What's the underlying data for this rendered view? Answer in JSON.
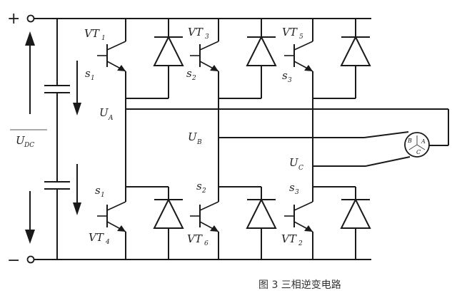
{
  "terminals": {
    "positive": "+",
    "negative": "−"
  },
  "dc_voltage": {
    "main": "U",
    "sub": "DC"
  },
  "phase_labels": {
    "a": {
      "main": "U",
      "sub": "A"
    },
    "b": {
      "main": "U",
      "sub": "B"
    },
    "c": {
      "main": "U",
      "sub": "C"
    }
  },
  "upper_transistors": [
    {
      "vt": "VT",
      "vt_sub": "1",
      "s": "s",
      "s_sub": "1"
    },
    {
      "vt": "VT",
      "vt_sub": "3",
      "s": "s",
      "s_sub": "2"
    },
    {
      "vt": "VT",
      "vt_sub": "5",
      "s": "s",
      "s_sub": "3"
    }
  ],
  "lower_transistors": [
    {
      "vt": "VT",
      "vt_sub": "4",
      "s": "s",
      "s_sub": "1"
    },
    {
      "vt": "VT",
      "vt_sub": "6",
      "s": "s",
      "s_sub": "2"
    },
    {
      "vt": "VT",
      "vt_sub": "2",
      "s": "s",
      "s_sub": "3"
    }
  ],
  "motor": {
    "b": "B",
    "a": "A",
    "c": "C"
  },
  "caption": "图 3 三相逆变电路"
}
